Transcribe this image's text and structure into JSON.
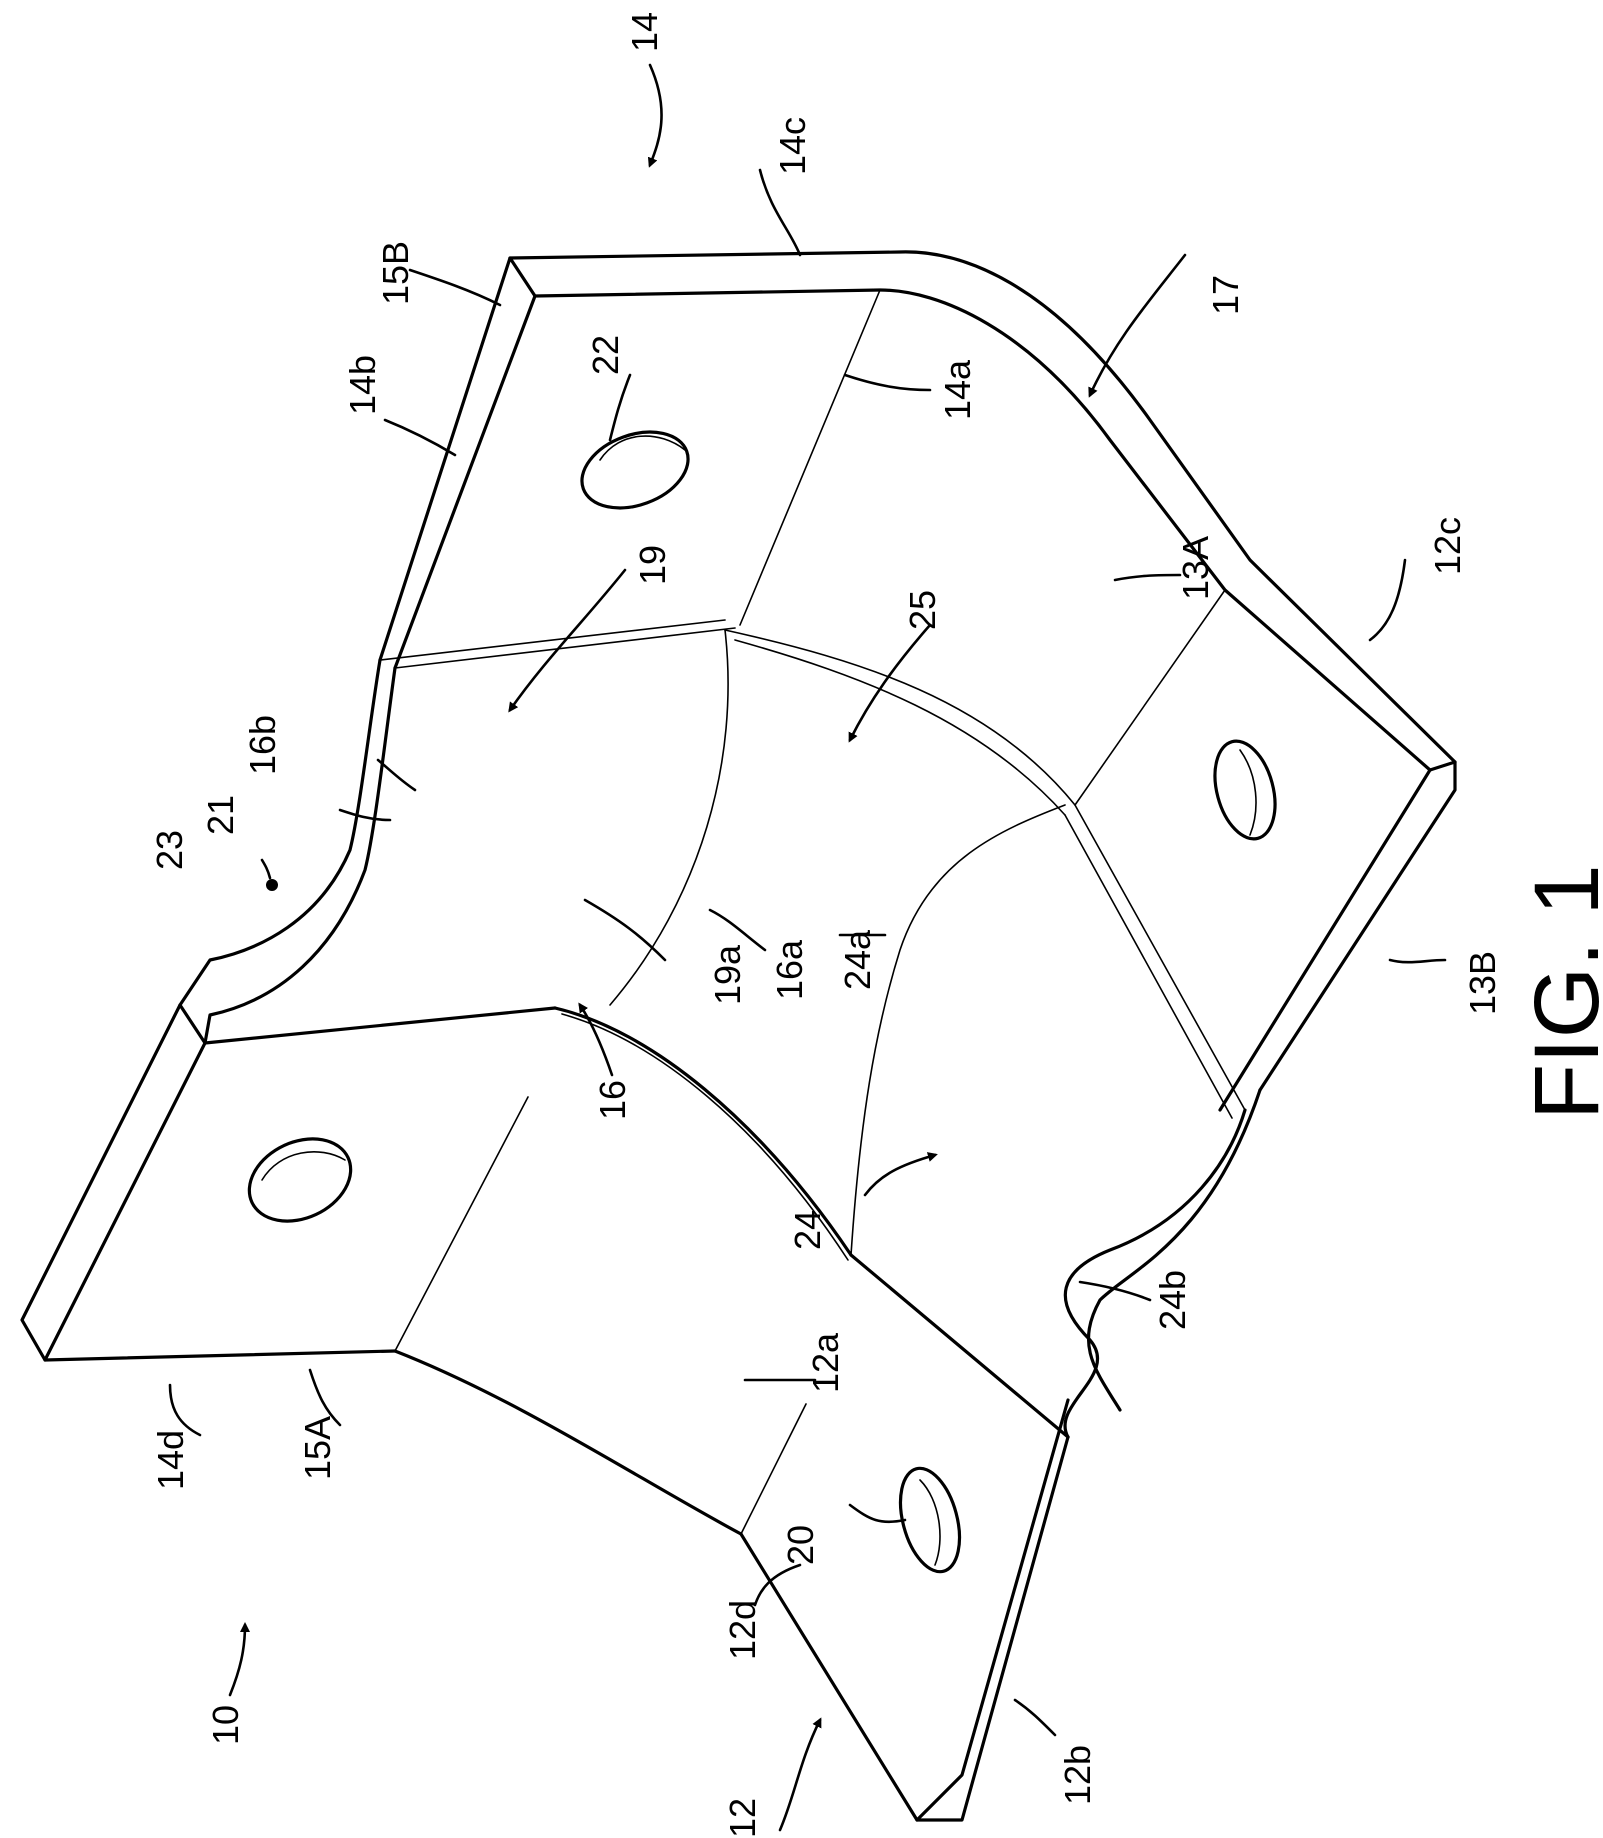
{
  "figure_caption": "FIG. 1",
  "labels": {
    "l10": "10",
    "l12": "12",
    "l12a": "12a",
    "l12b": "12b",
    "l12c": "12c",
    "l12d": "12d",
    "l13A": "13A",
    "l13B": "13B",
    "l14": "14",
    "l14a": "14a",
    "l14b": "14b",
    "l14c": "14c",
    "l14d": "14d",
    "l15A": "15A",
    "l15B": "15B",
    "l16": "16",
    "l16a": "16a",
    "l16b": "16b",
    "l17": "17",
    "l19": "19",
    "l19a": "19a",
    "l20": "20",
    "l21": "21",
    "l22": "22",
    "l23": "23",
    "l24": "24",
    "l24a": "24a",
    "l24b": "24b",
    "l25": "25"
  }
}
